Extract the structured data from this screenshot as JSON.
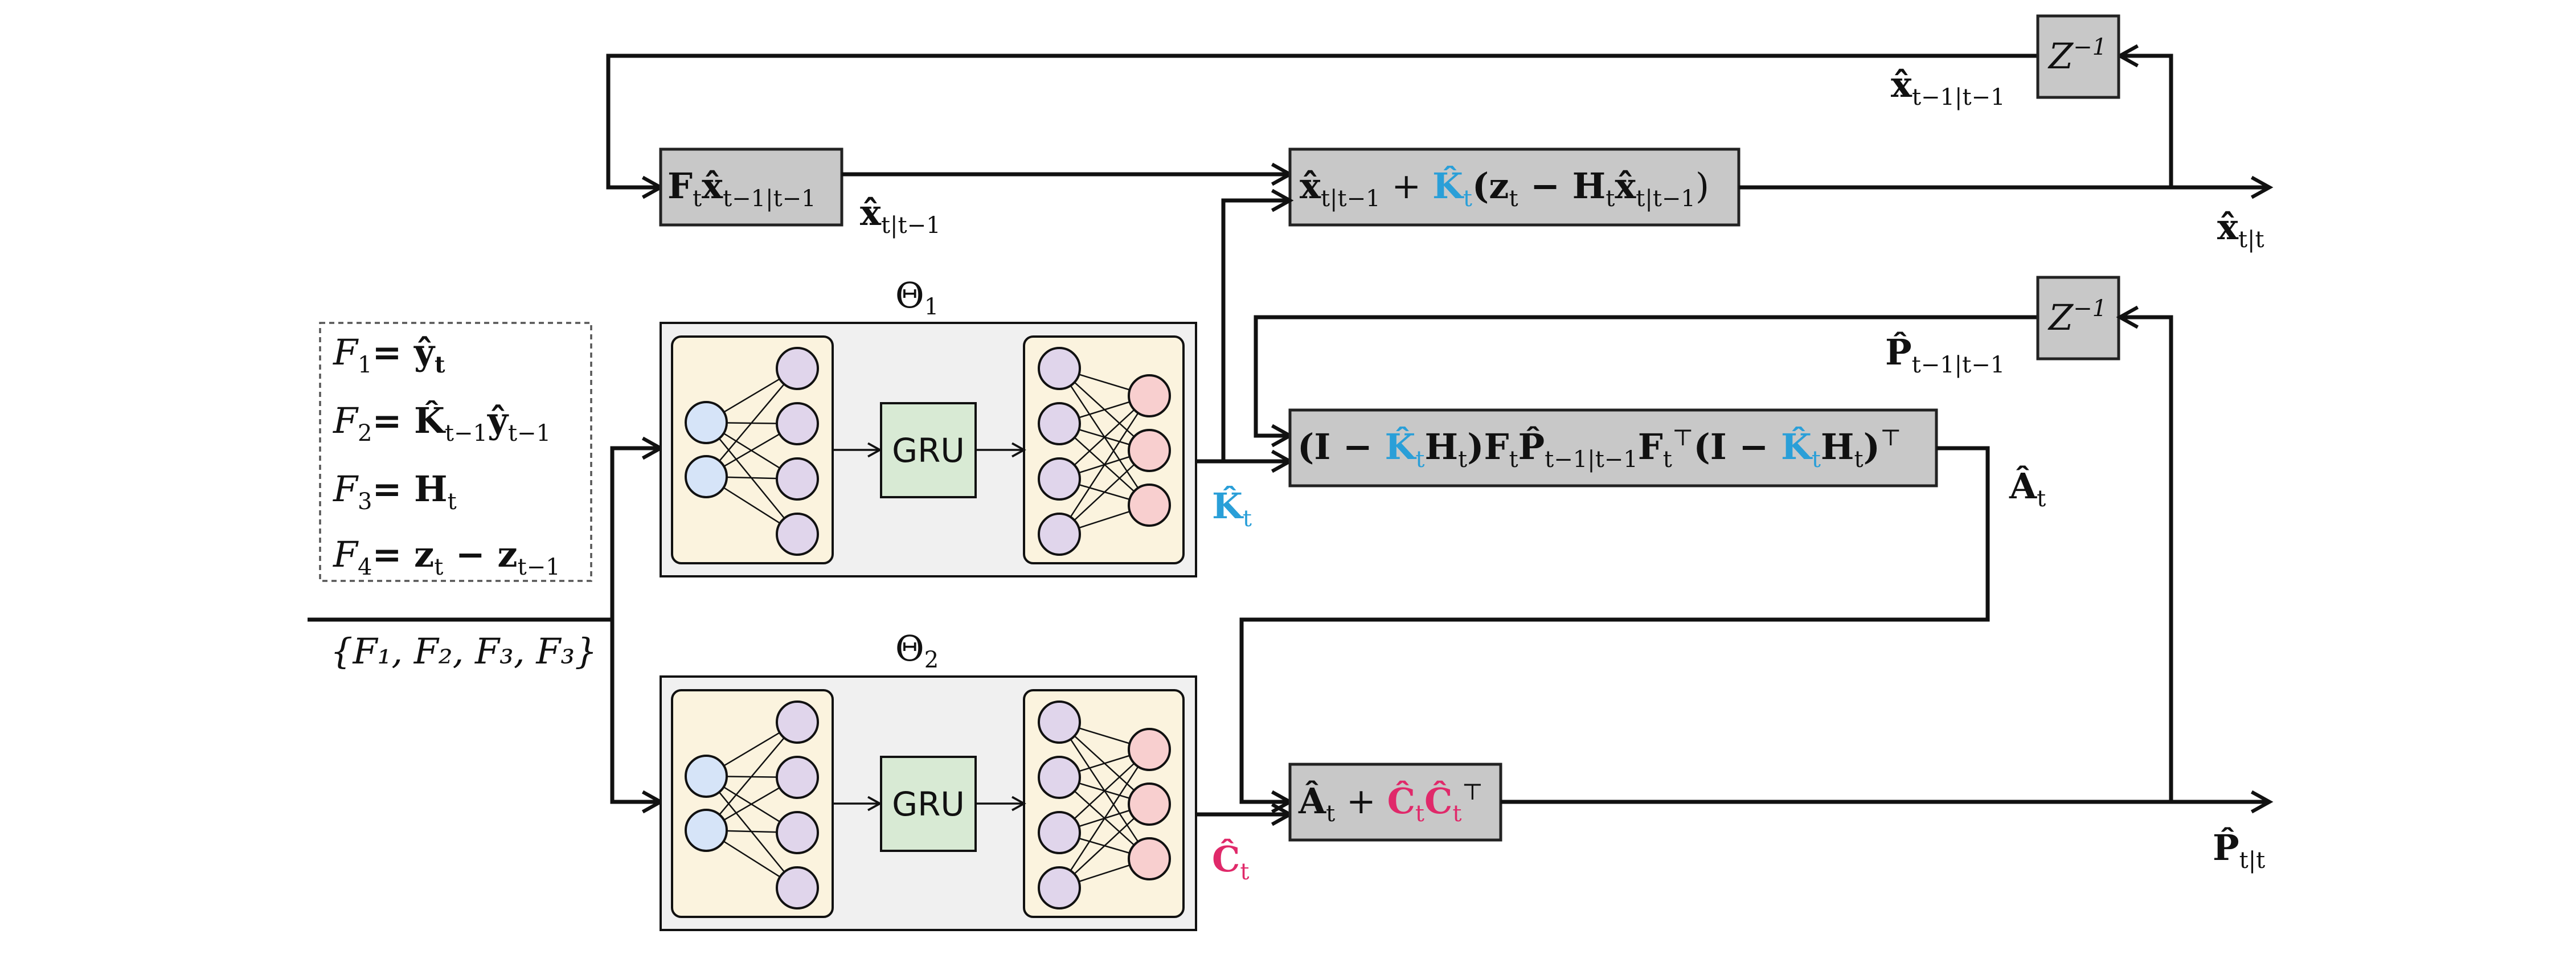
{
  "colors": {
    "gain_highlight": "#2a9fd8",
    "cov_highlight": "#e0296a",
    "block_fill": "#c8c8c8",
    "panel_fill": "#f0f0f0",
    "mlp_fill": "#fbf3de",
    "gru_fill": "#d8ead4"
  },
  "features": {
    "f1": {
      "lhs": "F",
      "lhs_sub": "1",
      "rhs": "= ŷ",
      "rhs_sub": "t"
    },
    "f2": {
      "lhs": "F",
      "lhs_sub": "2",
      "rhs": "= K̂",
      "rhs_sub": "t−1",
      "rhs2": "ŷ",
      "rhs2_sub": "t−1"
    },
    "f3": {
      "lhs": "F",
      "lhs_sub": "3",
      "rhs": "= H",
      "rhs_sub": "t"
    },
    "f4": {
      "lhs": "F",
      "lhs_sub": "4",
      "rhs": "= z",
      "rhs_sub": "t",
      "rhs2": " − z",
      "rhs2_sub": "t−1"
    }
  },
  "input_set": "{F₁, F₂, F₃, F₃}",
  "networks": {
    "theta1": {
      "label": "Θ",
      "sub": "1",
      "gru_label": "GRU",
      "output": "K̂",
      "output_sub": "t"
    },
    "theta2": {
      "label": "Θ",
      "sub": "2",
      "gru_label": "GRU",
      "output": "Ĉ",
      "output_sub": "t"
    }
  },
  "blocks": {
    "predict": {
      "text": "F",
      "sub": "t",
      "text2": "x̂",
      "sub2": "t−1|t−1"
    },
    "update": {
      "p1": "x̂",
      "p1_sub": "t|t−1",
      "p2": " + ",
      "p3": "K̂",
      "p3_sub": "t",
      "p4": "(z",
      "p4_sub": "t",
      "p5": " − H",
      "p5_sub": "t",
      "p6": "x̂",
      "p6_sub": "t|t−1",
      "p7": ")"
    },
    "delay_x": {
      "text": "Z",
      "sup": "−1"
    },
    "delay_p": {
      "text": "Z",
      "sup": "−1"
    },
    "cov_a": {
      "p1": "(I − ",
      "p2": "K̂",
      "p2_sub": "t",
      "p3": "H",
      "p3_sub": "t",
      "p4": ")F",
      "p4_sub": "t",
      "p5": "P̂",
      "p5_sub": "t−1|t−1",
      "p6": "F",
      "p6_sub": "t",
      "p6_sup": "⊤",
      "p7": "(I − ",
      "p8": "K̂",
      "p8_sub": "t",
      "p9": "H",
      "p9_sub": "t",
      "p10": ")",
      "p10_sup": "⊤"
    },
    "cov_p": {
      "p1": "Â",
      "p1_sub": "t",
      "p2": " + ",
      "p3": "Ĉ",
      "p3_sub": "t",
      "p4": "Ĉ",
      "p4_sub": "t",
      "p4_sup": "⊤"
    }
  },
  "signals": {
    "x_pred": {
      "text": "x̂",
      "sub": "t|t−1"
    },
    "x_prev": {
      "text": "x̂",
      "sub": "t−1|t−1"
    },
    "x_out": {
      "text": "x̂",
      "sub": "t|t"
    },
    "p_prev": {
      "text": "P̂",
      "sub": "t−1|t−1"
    },
    "a_out": {
      "text": "Â",
      "sub": "t"
    },
    "p_out": {
      "text": "P̂",
      "sub": "t|t"
    }
  }
}
